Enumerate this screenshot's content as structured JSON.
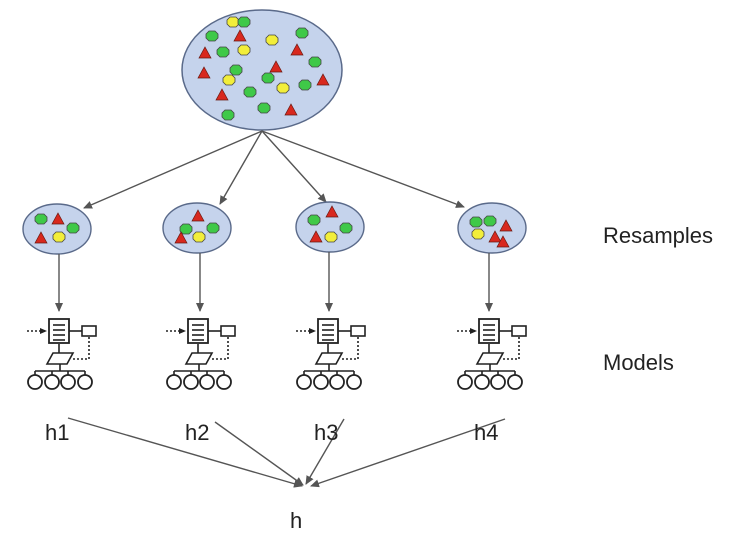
{
  "labels": {
    "resamples": "Resamples",
    "models": "Models",
    "final": "h",
    "models_list": [
      "h1",
      "h2",
      "h3",
      "h4"
    ]
  },
  "colors": {
    "ellipse_fill": "#c5d3ec",
    "ellipse_stroke": "#5a6a8a",
    "green": "#3fc948",
    "yellow": "#f2ee3a",
    "red": "#d8281e",
    "arrow": "#555555"
  },
  "icons": {
    "dataset": "dataset-ellipse-icon",
    "resample": "resample-ellipse-icon",
    "model": "model-tree-icon"
  }
}
